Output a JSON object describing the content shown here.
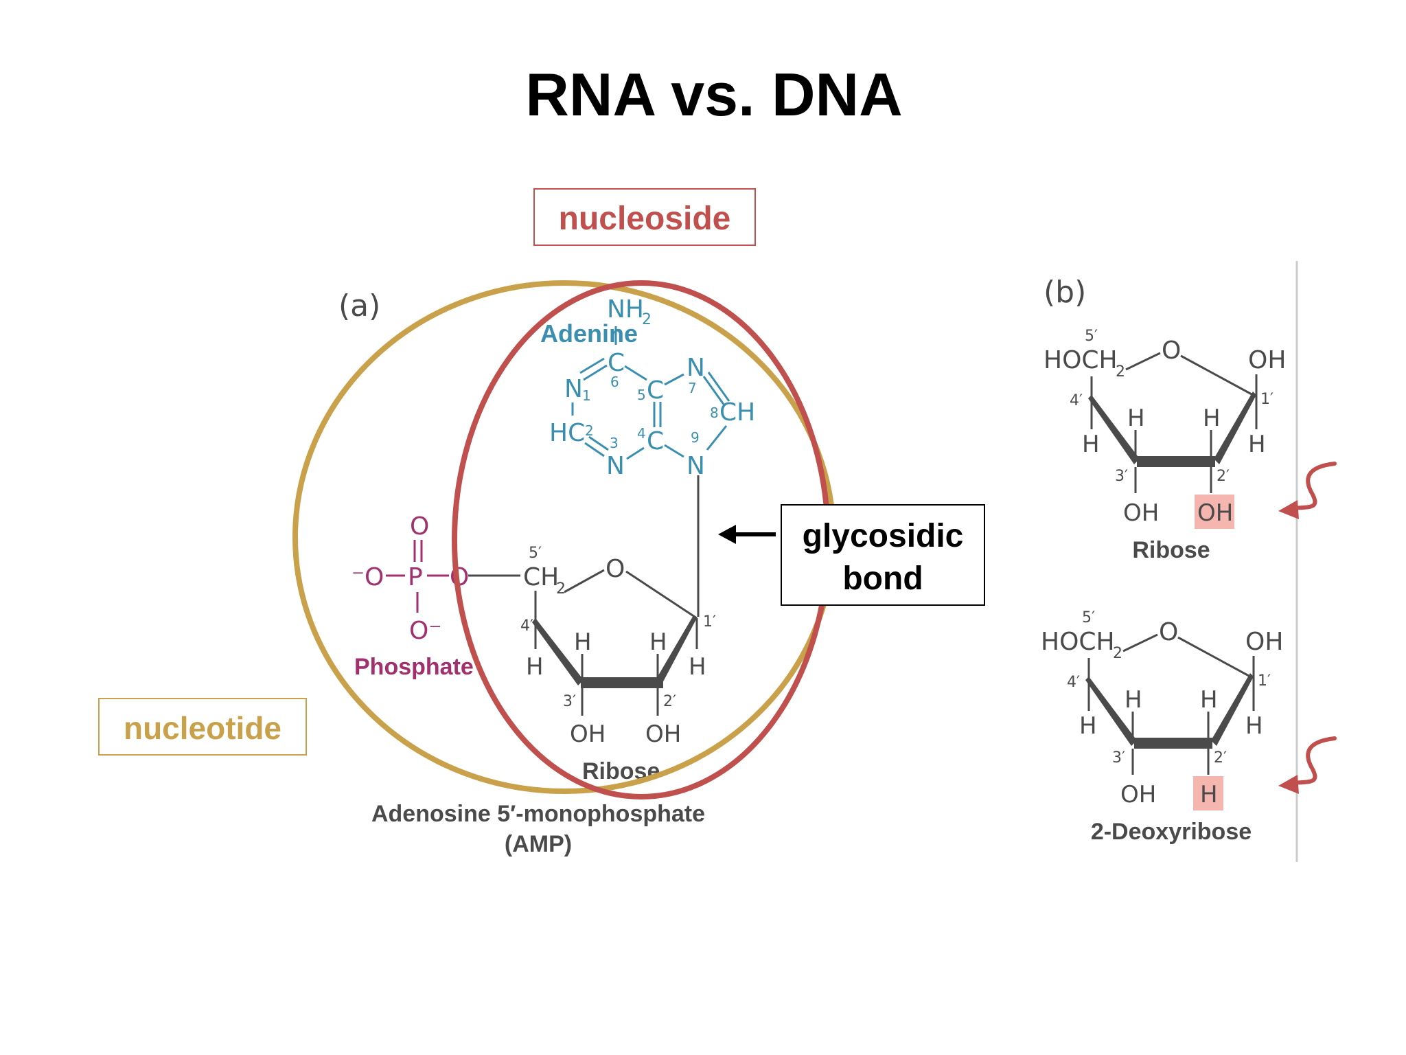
{
  "slide": {
    "title": "RNA vs. DNA"
  },
  "callouts": {
    "nucleoside": "nucleoside",
    "nucleotide": "nucleotide",
    "glycosidic_line1": "glycosidic",
    "glycosidic_line2": "bond"
  },
  "panel_a": {
    "label": "(a)",
    "adenine_label": "Adenine",
    "phosphate_label": "Phosphate",
    "ribose_label": "Ribose",
    "caption_line1": "Adenosine 5′-monophosphate",
    "caption_line2": "(AMP)"
  },
  "panel_b": {
    "label": "(b)",
    "ribose_name": "Ribose",
    "deoxy_name": "2-Deoxyribose",
    "highlight_ribose": "OH",
    "highlight_deoxy": "H"
  },
  "colors": {
    "title": "#000000",
    "nucleoside": "#c0504d",
    "nucleotide": "#c9a14a",
    "adenine": "#3a8fb0",
    "phosphate": "#a0306e",
    "structure": "#4a4a4a",
    "highlight": "#f4b6ae",
    "arrow_red": "#c0504d"
  }
}
